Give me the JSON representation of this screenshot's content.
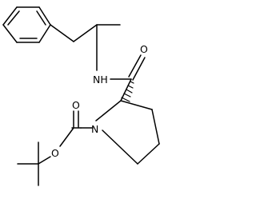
{
  "molecule": {
    "atoms": {
      "nh": "NH",
      "amide_o": "O",
      "ester_o": "O",
      "carbonyl_o": "O",
      "ring_n": "N"
    },
    "colors": {
      "bond": "#000000",
      "text": "#000000",
      "background": "#ffffff"
    }
  }
}
